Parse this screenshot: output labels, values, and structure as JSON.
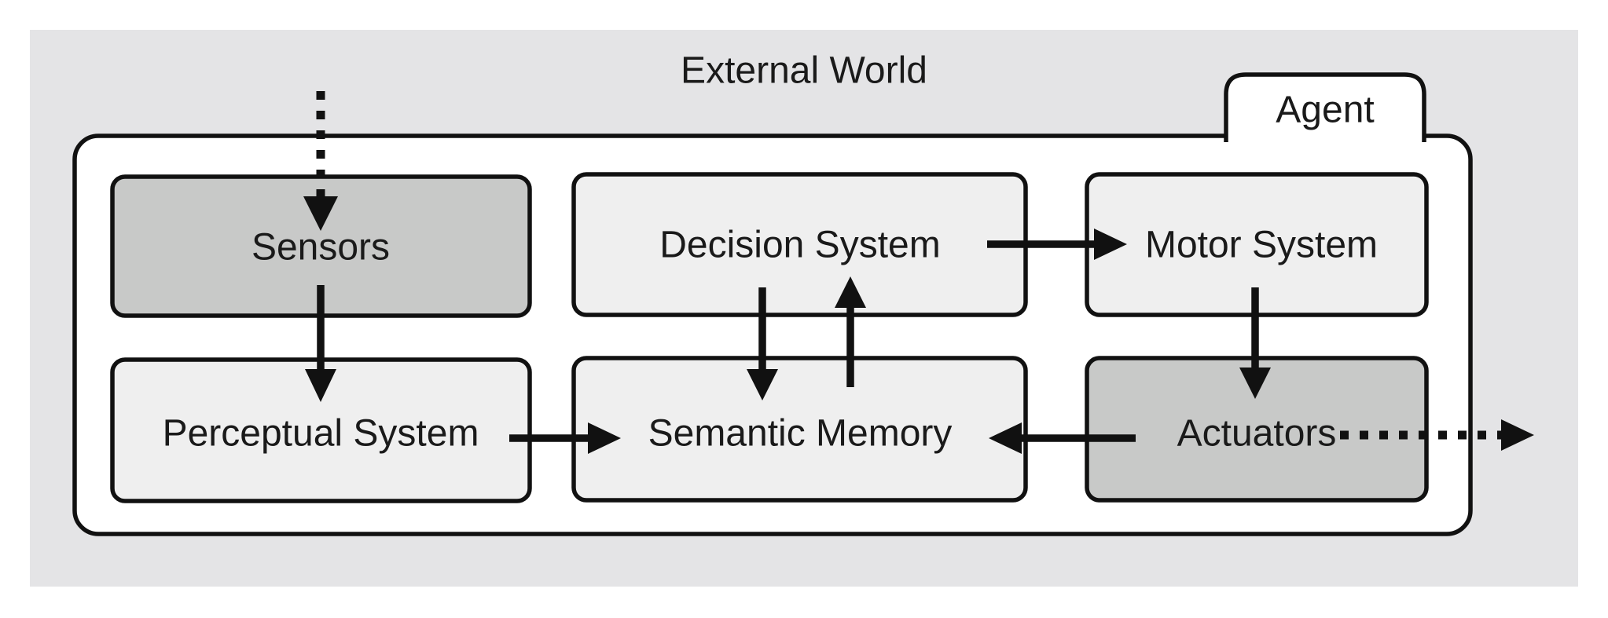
{
  "diagram": {
    "external_world_label": "External World",
    "agent_label": "Agent"
  },
  "boxes": {
    "sensors": {
      "label": "Sensors",
      "tone": "dark"
    },
    "decision_system": {
      "label": "Decision System",
      "tone": "light"
    },
    "motor_system": {
      "label": "Motor System",
      "tone": "light"
    },
    "perceptual_system": {
      "label": "Perceptual System",
      "tone": "light"
    },
    "semantic_memory": {
      "label": "Semantic Memory",
      "tone": "light"
    },
    "actuators": {
      "label": "Actuators",
      "tone": "dark"
    }
  },
  "arrows": [
    {
      "name": "external-input-to-sensors",
      "from": "External World",
      "to": "Sensors",
      "style": "dotted"
    },
    {
      "name": "sensors-to-perceptual-system",
      "from": "Sensors",
      "to": "Perceptual System",
      "style": "solid"
    },
    {
      "name": "perceptual-system-to-semantic-memory",
      "from": "Perceptual System",
      "to": "Semantic Memory",
      "style": "solid"
    },
    {
      "name": "decision-system-to-semantic-memory",
      "from": "Decision System",
      "to": "Semantic Memory",
      "style": "solid"
    },
    {
      "name": "semantic-memory-to-decision-system",
      "from": "Semantic Memory",
      "to": "Decision System",
      "style": "solid"
    },
    {
      "name": "decision-system-to-motor-system",
      "from": "Decision System",
      "to": "Motor System",
      "style": "solid"
    },
    {
      "name": "motor-system-to-actuators",
      "from": "Motor System",
      "to": "Actuators",
      "style": "solid"
    },
    {
      "name": "actuators-to-semantic-memory",
      "from": "Actuators",
      "to": "Semantic Memory",
      "style": "solid"
    },
    {
      "name": "actuators-to-external-world",
      "from": "Actuators",
      "to": "External World",
      "style": "dotted"
    }
  ],
  "colors": {
    "background": "#e4e4e6",
    "agent_fill": "#ffffff",
    "box_light": "#efefef",
    "box_dark": "#c8c9c8",
    "stroke": "#111111",
    "text": "#1a1a1a"
  }
}
